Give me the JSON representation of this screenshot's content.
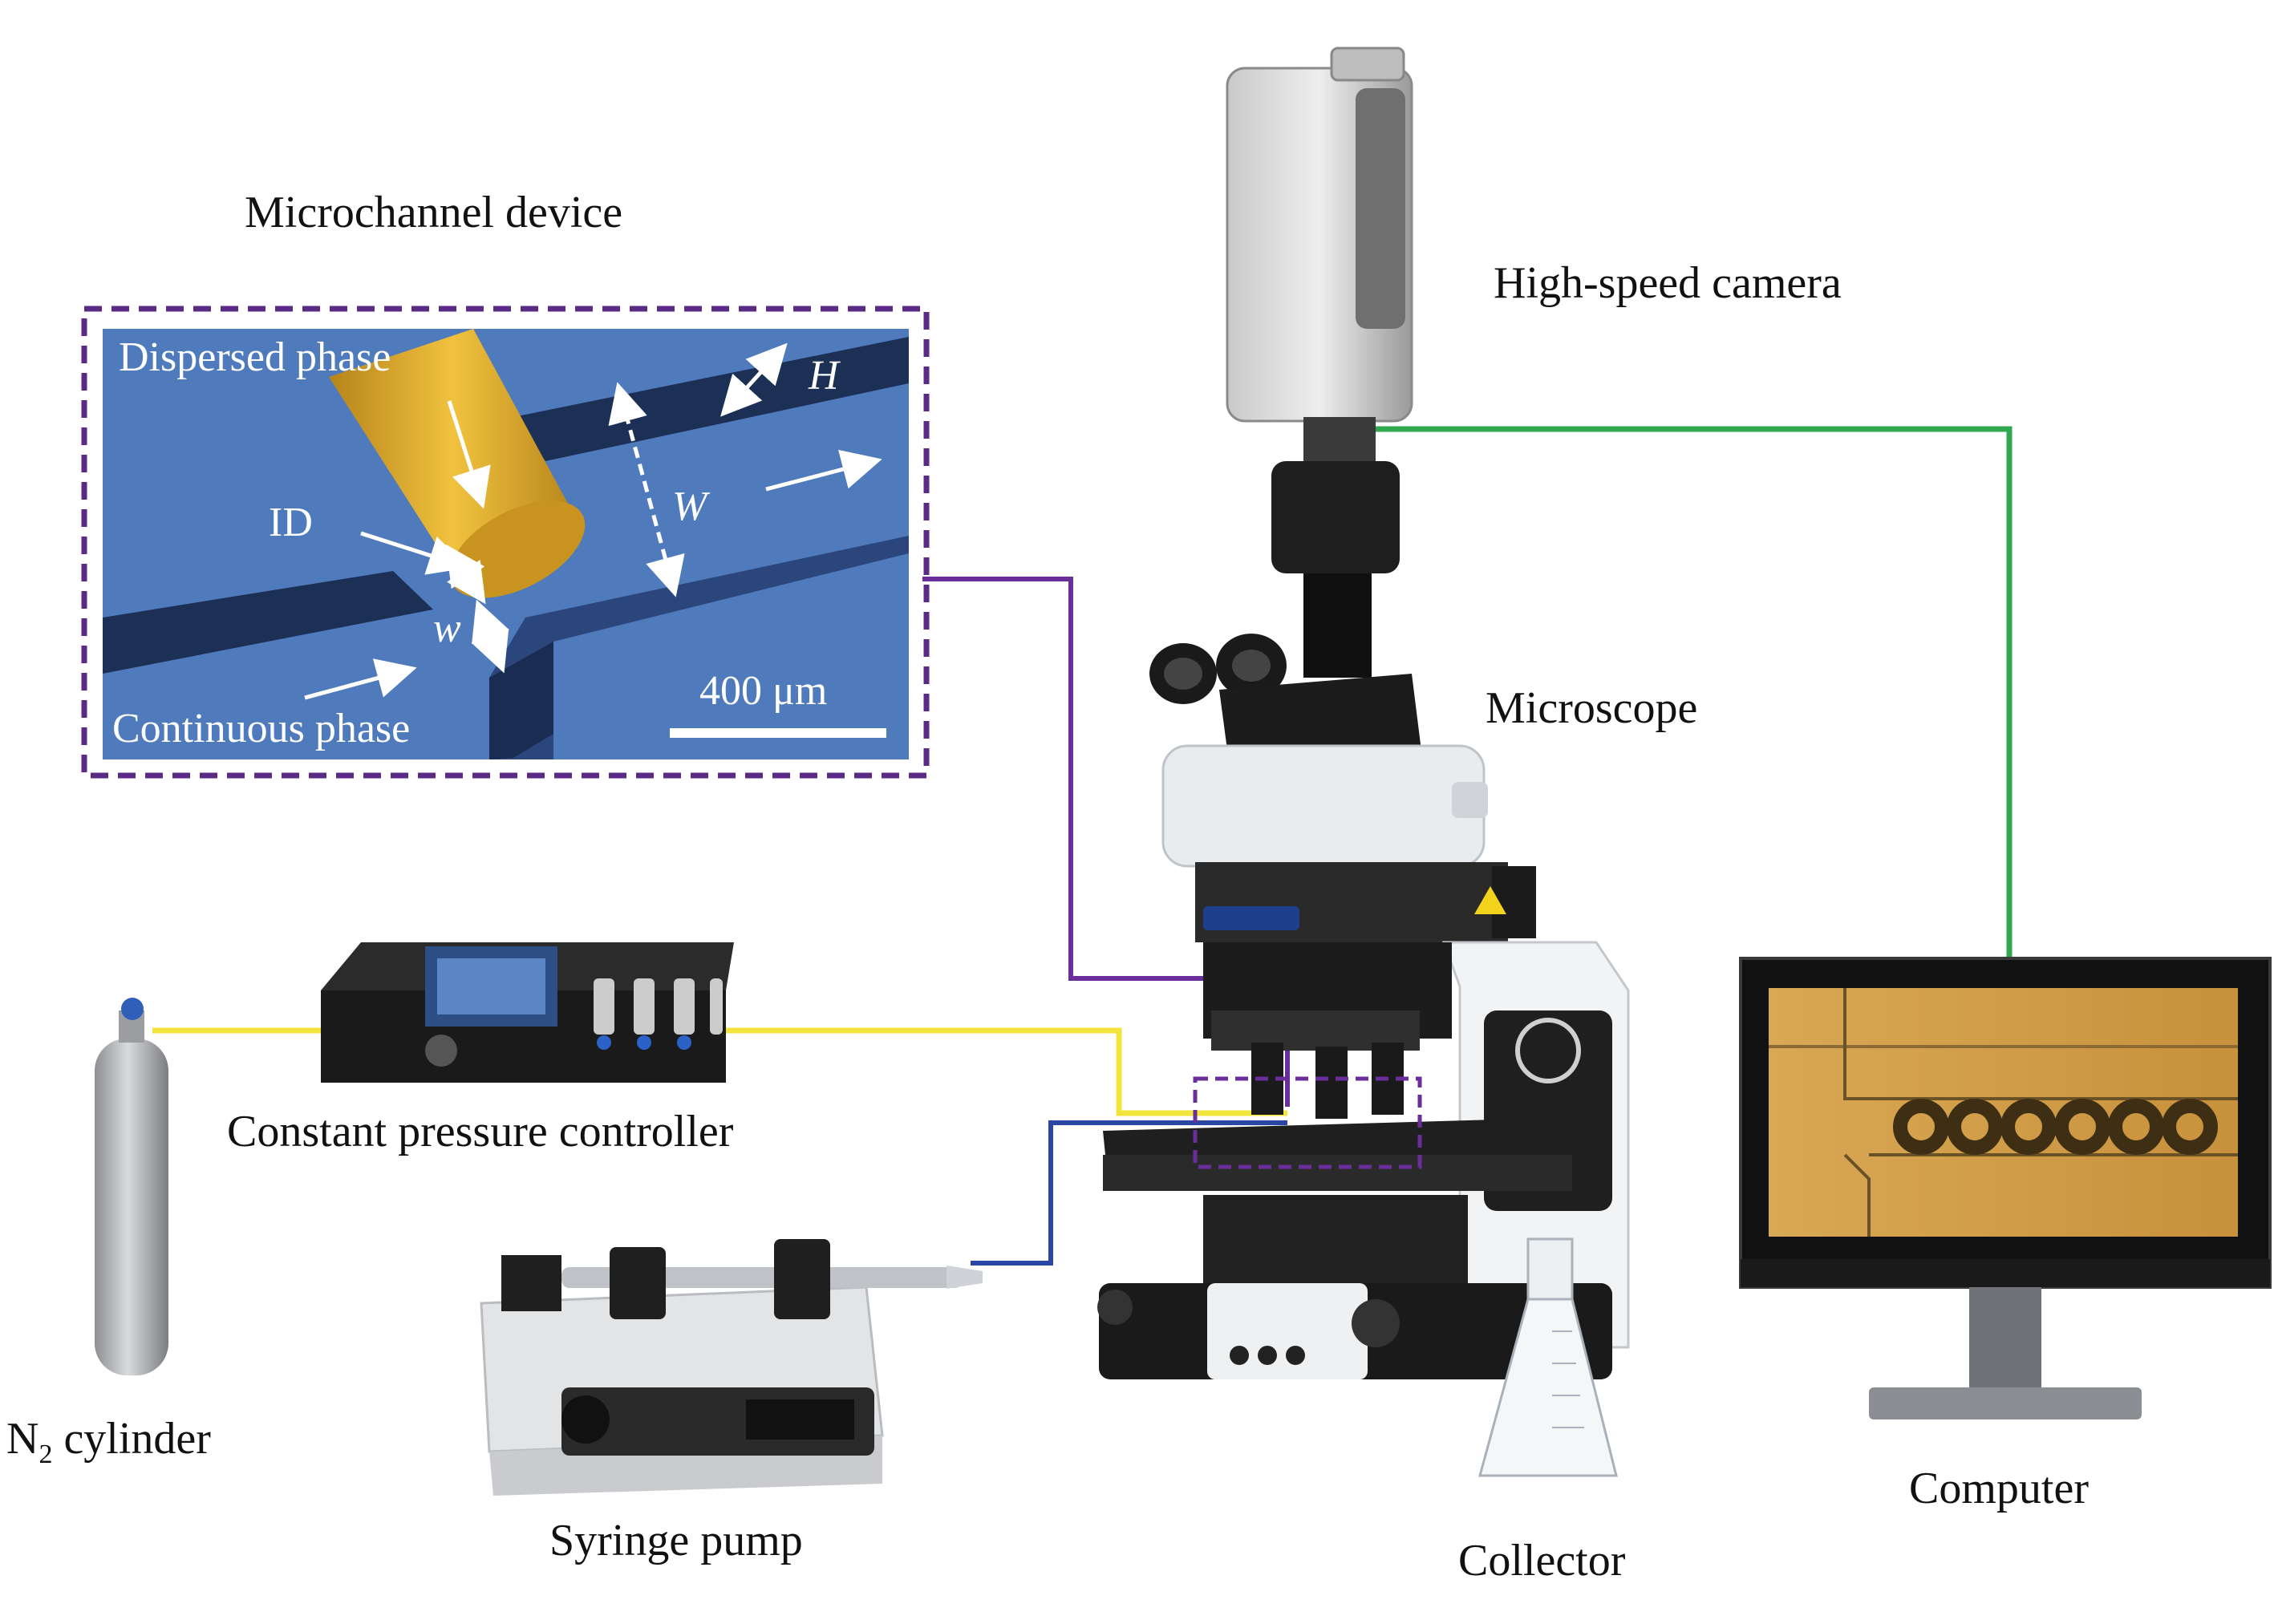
{
  "labels": {
    "microchannel_device": "Microchannel device",
    "high_speed_camera": "High-speed camera",
    "microscope": "Microscope",
    "constant_pressure_controller": "Constant pressure controller",
    "n2_cylinder_prefix": "N",
    "n2_cylinder_subscript": "2",
    "n2_cylinder_suffix": " cylinder",
    "syringe_pump": "Syringe pump",
    "collector": "Collector",
    "computer": "Computer"
  },
  "inset": {
    "dispersed_phase": "Dispersed phase",
    "continuous_phase": "Continuous phase",
    "id_label": "ID",
    "w_small": "w",
    "w_large": "W",
    "h_label": "H",
    "scale_bar": "400 μm"
  },
  "colors": {
    "inset_border": "#5b2a86",
    "channel_blue": "#4f7bbd",
    "channel_dark": "#1c2f55",
    "capillary_gold": "#d9a72a",
    "line_purple": "#6a2e9a",
    "line_green": "#2fa84f",
    "line_yellow": "#f2e43a",
    "line_blue": "#2c46a6",
    "screen_amber": "#d4a14a"
  }
}
